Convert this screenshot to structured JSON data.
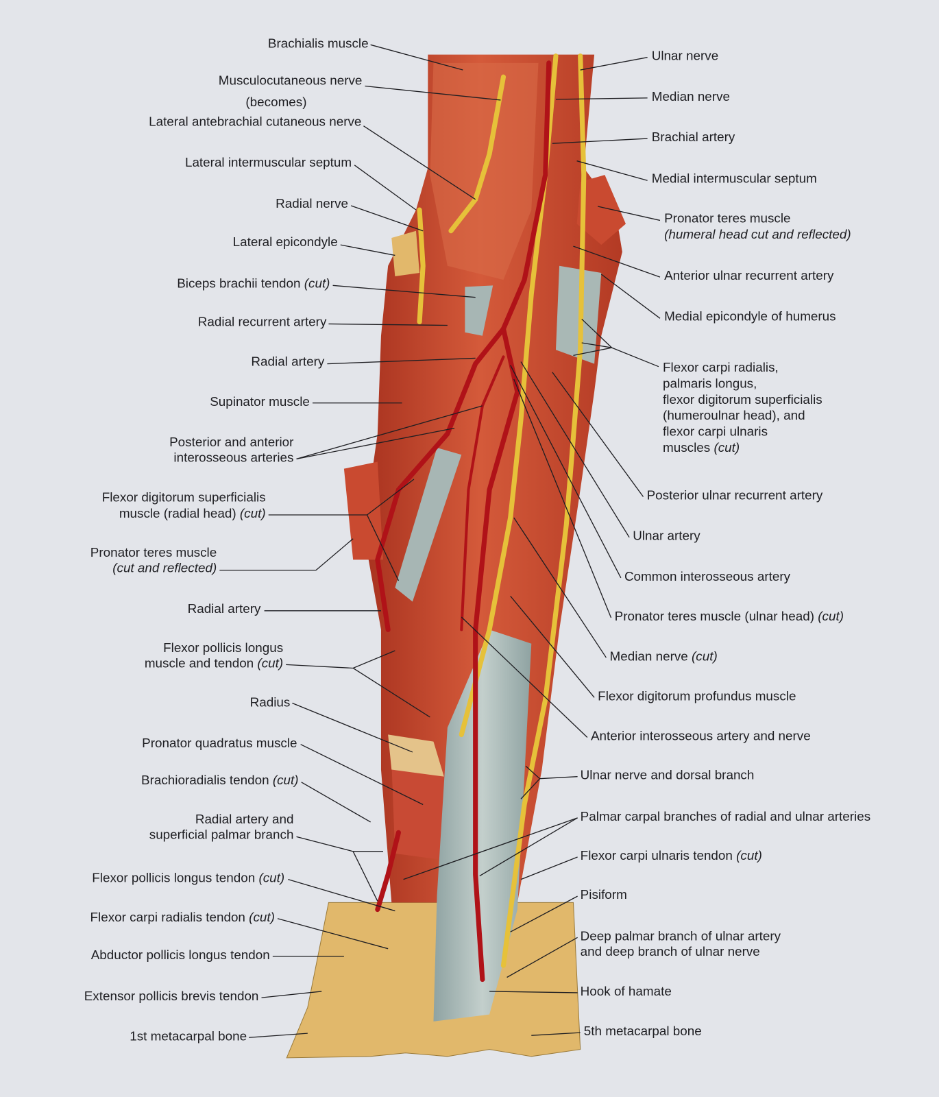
{
  "colors": {
    "background": "#e3e5ea",
    "muscle": "#c6442c",
    "artery": "#b01218",
    "nerve": "#e6c13a",
    "tendon": "#a7b6b4",
    "bone": "#e1b86b",
    "text": "#1e1e22"
  },
  "left_labels": [
    {
      "lines": [
        {
          "t": "Brachialis muscle"
        }
      ]
    },
    {
      "lines": [
        {
          "t": "Musculocutaneous nerve"
        },
        {
          "t": "(becomes)"
        }
      ]
    },
    {
      "lines": [
        {
          "t": "Lateral antebrachial cutaneous nerve"
        }
      ]
    },
    {
      "lines": [
        {
          "t": "Lateral intermuscular septum"
        }
      ]
    },
    {
      "lines": [
        {
          "t": "Radial nerve"
        }
      ]
    },
    {
      "lines": [
        {
          "t": "Lateral epicondyle"
        }
      ]
    },
    {
      "lines": [
        {
          "t": "Biceps brachii tendon ",
          "i": "(cut)"
        }
      ]
    },
    {
      "lines": [
        {
          "t": "Radial recurrent artery"
        }
      ]
    },
    {
      "lines": [
        {
          "t": "Radial artery"
        }
      ]
    },
    {
      "lines": [
        {
          "t": "Supinator muscle"
        }
      ]
    },
    {
      "lines": [
        {
          "t": "Posterior and anterior"
        },
        {
          "t": "interosseous arteries"
        }
      ]
    },
    {
      "lines": [
        {
          "t": "Flexor digitorum superficialis"
        },
        {
          "t": "muscle (radial head) ",
          "i": "(cut)"
        }
      ]
    },
    {
      "lines": [
        {
          "t": "Pronator teres muscle"
        },
        {
          "t": "",
          "i": "(cut and reflected)"
        }
      ]
    },
    {
      "lines": [
        {
          "t": "Radial artery"
        }
      ]
    },
    {
      "lines": [
        {
          "t": "Flexor pollicis longus"
        },
        {
          "t": "muscle and tendon ",
          "i": "(cut)"
        }
      ]
    },
    {
      "lines": [
        {
          "t": "Radius"
        }
      ]
    },
    {
      "lines": [
        {
          "t": "Pronator quadratus muscle"
        }
      ]
    },
    {
      "lines": [
        {
          "t": "Brachioradialis tendon ",
          "i": "(cut)"
        }
      ]
    },
    {
      "lines": [
        {
          "t": "Radial artery and"
        },
        {
          "t": "superficial palmar branch"
        }
      ]
    },
    {
      "lines": [
        {
          "t": "Flexor pollicis longus tendon ",
          "i": "(cut)"
        }
      ]
    },
    {
      "lines": [
        {
          "t": "Flexor carpi radialis tendon ",
          "i": "(cut)"
        }
      ]
    },
    {
      "lines": [
        {
          "t": "Abductor pollicis longus tendon"
        }
      ]
    },
    {
      "lines": [
        {
          "t": "Extensor pollicis brevis tendon"
        }
      ]
    },
    {
      "lines": [
        {
          "t": "1st metacarpal bone"
        }
      ]
    }
  ],
  "right_labels": [
    {
      "lines": [
        {
          "t": "Ulnar nerve"
        }
      ]
    },
    {
      "lines": [
        {
          "t": "Median nerve"
        }
      ]
    },
    {
      "lines": [
        {
          "t": "Brachial artery"
        }
      ]
    },
    {
      "lines": [
        {
          "t": "Medial intermuscular septum"
        }
      ]
    },
    {
      "lines": [
        {
          "t": "Pronator teres muscle"
        },
        {
          "t": "",
          "i": "(humeral head cut and reflected)"
        }
      ]
    },
    {
      "lines": [
        {
          "t": "Anterior ulnar recurrent artery"
        }
      ]
    },
    {
      "lines": [
        {
          "t": "Medial epicondyle of humerus"
        }
      ]
    },
    {
      "lines": [
        {
          "t": "Flexor carpi radialis,"
        },
        {
          "t": "palmaris longus,"
        },
        {
          "t": "flexor digitorum superficialis"
        },
        {
          "t": "(humeroulnar head), and"
        },
        {
          "t": "flexor carpi ulnaris"
        },
        {
          "t": "muscles ",
          "i": "(cut)"
        }
      ]
    },
    {
      "lines": [
        {
          "t": "Posterior ulnar recurrent artery"
        }
      ]
    },
    {
      "lines": [
        {
          "t": "Ulnar artery"
        }
      ]
    },
    {
      "lines": [
        {
          "t": "Common interosseous artery"
        }
      ]
    },
    {
      "lines": [
        {
          "t": "Pronator teres muscle (ulnar head) ",
          "i": "(cut)"
        }
      ]
    },
    {
      "lines": [
        {
          "t": "Median nerve ",
          "i": "(cut)"
        }
      ]
    },
    {
      "lines": [
        {
          "t": "Flexor digitorum profundus muscle"
        }
      ]
    },
    {
      "lines": [
        {
          "t": "Anterior interosseous artery and nerve"
        }
      ]
    },
    {
      "lines": [
        {
          "t": "Ulnar nerve and dorsal branch"
        }
      ]
    },
    {
      "lines": [
        {
          "t": "Palmar carpal branches of radial and ulnar arteries"
        }
      ]
    },
    {
      "lines": [
        {
          "t": "Flexor carpi ulnaris tendon ",
          "i": "(cut)"
        }
      ]
    },
    {
      "lines": [
        {
          "t": "Pisiform"
        }
      ]
    },
    {
      "lines": [
        {
          "t": "Deep palmar branch of ulnar artery"
        },
        {
          "t": "and deep branch of ulnar nerve"
        }
      ]
    },
    {
      "lines": [
        {
          "t": "Hook of hamate"
        }
      ]
    },
    {
      "lines": [
        {
          "t": "5th metacarpal bone"
        }
      ]
    }
  ]
}
